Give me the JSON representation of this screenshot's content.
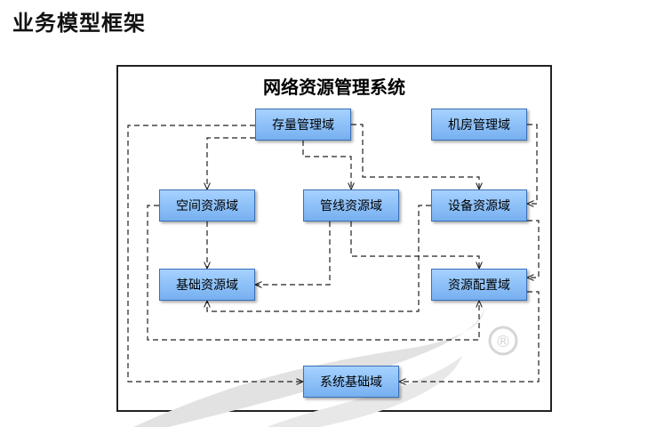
{
  "page": {
    "title": "业务模型框架"
  },
  "diagram": {
    "title": "网络资源管理系统",
    "nodes": {
      "cunliang": "存量管理域",
      "jifang": "机房管理域",
      "kongjian": "空间资源域",
      "guanxian": "管线资源域",
      "shebei": "设备资源域",
      "jichu": "基础资源域",
      "peizhi": "资源配置域",
      "xitong": "系统基础域"
    },
    "watermark_symbol": "®"
  },
  "colors": {
    "node_fill": "#8ec3f8",
    "node_border": "#3a6fb5",
    "line": "#222222",
    "watermark": "#d9d9d9"
  }
}
